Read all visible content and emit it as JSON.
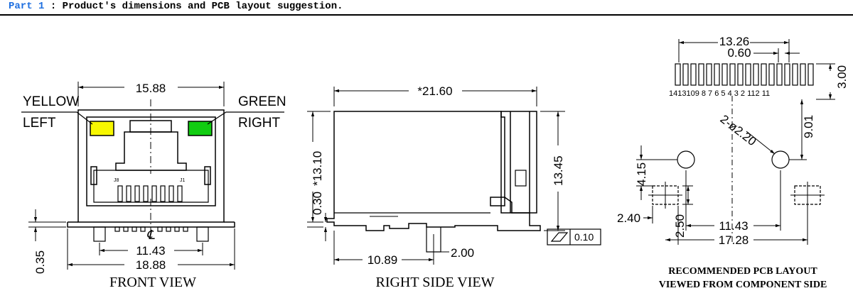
{
  "header": {
    "part_label": "Part 1",
    "title": " : Product's dimensions and PCB layout suggestion."
  },
  "colors": {
    "header_part": "#1e6fe0",
    "led_left": "#f7f700",
    "led_right": "#11cc11"
  },
  "front_view": {
    "caption": "FRONT VIEW",
    "led_left_color_label": "YELLOW",
    "led_left_position_label": "LEFT",
    "led_right_color_label": "GREEN",
    "led_right_position_label": "RIGHT",
    "dim_top_width": "15.88",
    "dim_pin_span": "11.43",
    "dim_overall_width": "18.88",
    "dim_tab_offset": "0.35",
    "pin_label_j8": "J8",
    "pin_label_j1": "J1",
    "centerline_symbol": "℄"
  },
  "side_view": {
    "caption": "RIGHT SIDE VIEW",
    "dim_length": "*21.60",
    "dim_height_total": "*13.10",
    "dim_height_right": "13.45",
    "dim_offset_vertical": "0.30",
    "dim_pin_position": "10.89",
    "dim_pin_width": "2.00",
    "flatness_tolerance": "0.10"
  },
  "pcb_layout": {
    "caption_line1": "RECOMMENDED PCB LAYOUT",
    "caption_line2": "VIEWED FROM COMPONENT SIDE",
    "dim_row_width": "13.26",
    "dim_pin_pitch": "0.60",
    "dim_row_offset": "3.00",
    "dim_hole_spacing": "9.01",
    "dim_hole_diameter": "2-ø2.20",
    "dim_pad_height": "4.15",
    "dim_pad_offset": "2.40",
    "dim_pad_width": "2.50",
    "dim_hole_span": "11.43",
    "dim_pad_span": "17.28",
    "pin_numbers": "1413109 8 7 6 5 4 3 2 112 11"
  }
}
